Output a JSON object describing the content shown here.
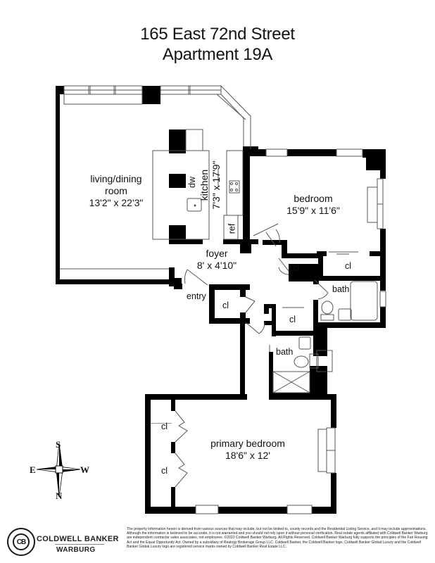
{
  "header": {
    "address": "165 East 72nd Street",
    "unit": "Apartment 19A"
  },
  "rooms": [
    {
      "id": "living-dining",
      "name": "living/dining",
      "name_line2": "room",
      "dimensions": "13'2\" x 22'3\""
    },
    {
      "id": "kitchen",
      "name": "kitchen",
      "dimensions": "7'3\" x 17'9\"",
      "orientation": "vertical"
    },
    {
      "id": "bedroom",
      "name": "bedroom",
      "dimensions": "15'9\" x 11'6\""
    },
    {
      "id": "foyer",
      "name": "foyer",
      "dimensions": "8' x 4'10\""
    },
    {
      "id": "primary-bedroom",
      "name": "primary bedroom",
      "dimensions": "18'6\" x 12'"
    }
  ],
  "fixtures": {
    "dishwasher": "dw",
    "refrigerator": "ref",
    "entry": "entry",
    "closet": "cl",
    "bath": "bath"
  },
  "compass": {
    "top": "S",
    "bottom": "N",
    "left": "E",
    "right": "W"
  },
  "brand": {
    "logo_letters": "CB",
    "name_line1": "COLDWELL BANKER",
    "name_line2": "WARBURG"
  },
  "disclaimer": "The property information herein is derived from various sources that may include, but not be limited to, county records and the Residential Listing Service, and it may include approximations. Although the information is believed to be accurate, it is not warranted and you should not rely upon it without personal verification. Real estate agents affiliated with Coldwell Banker Warburg are independent contractor sales associates, not employees. ©2022 Coldwell Banker Warburg. All Rights Reserved. Coldwell Banker Warburg fully supports the principles of the Fair Housing Act and the Equal Opportunity Act. Owned by a subsidiary of Realogy Brokerage Group LLC. Coldwell Banker, the Coldwell Banker logo, Coldwell Banker Global Luxury and the Coldwell Banker Global Luxury logo are registered service marks owned by Coldwell Banker Real Estate LLC.",
  "colors": {
    "wall": "#000000",
    "line": "#555555",
    "background": "#ffffff"
  }
}
